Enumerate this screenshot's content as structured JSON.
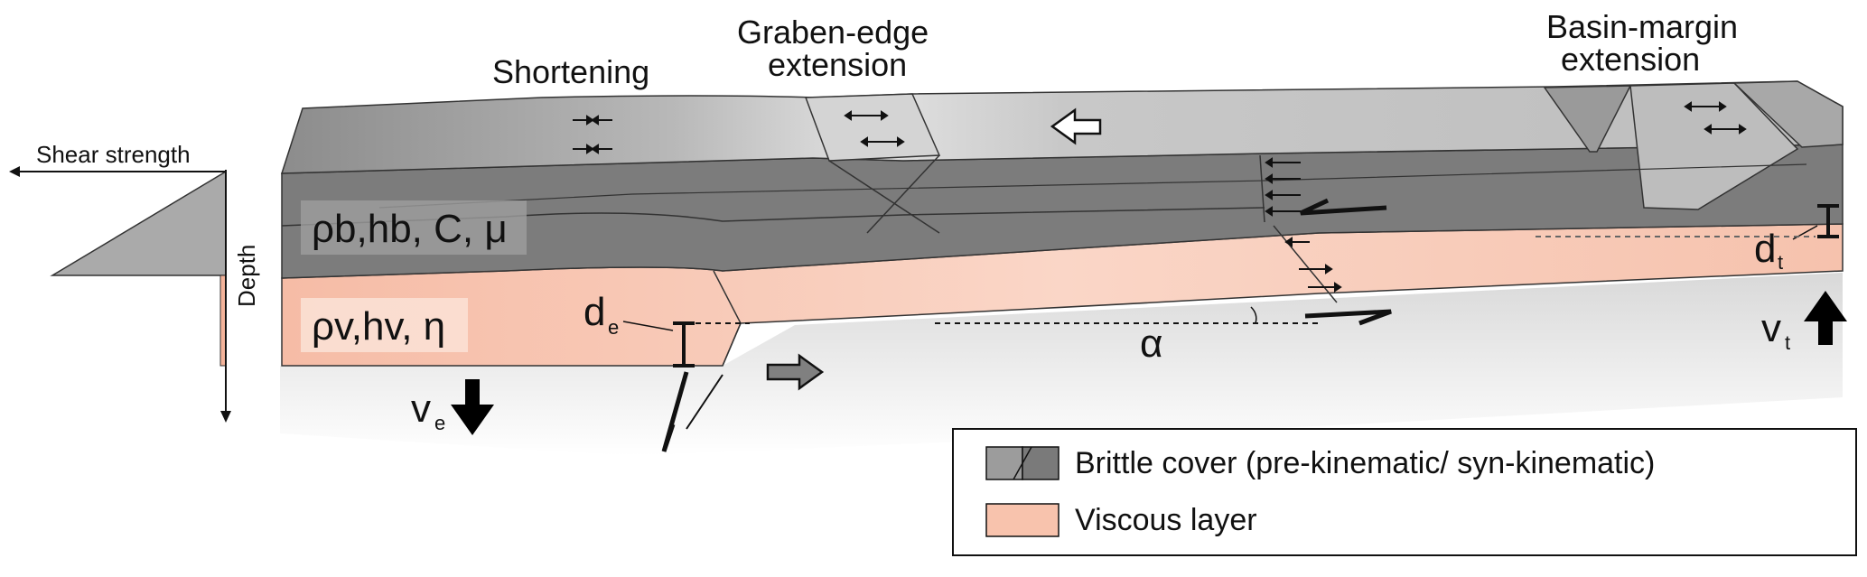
{
  "labels": {
    "shortening": "Shortening",
    "graben_edge_line1": "Graben-edge",
    "graben_edge_line2": "extension",
    "basin_margin_line1": "Basin-margin",
    "basin_margin_line2": "extension",
    "shear_strength": "Shear strength",
    "depth": "Depth",
    "brittle_params": "ρb,hb, C, μ",
    "viscous_params": "ρv,hv, η",
    "d_e": "d",
    "d_e_sub": "e",
    "d_t": "d",
    "d_t_sub": "t",
    "v_e": "v",
    "v_e_sub": "e",
    "v_t": "v",
    "v_t_sub": "t",
    "alpha": "α"
  },
  "legend": {
    "brittle": "Brittle cover (pre-kinematic/ syn-kinematic)",
    "viscous": "Viscous layer"
  },
  "colors": {
    "brittle_dark": "#7a7a7a",
    "brittle_top": "#c4c4c4",
    "viscous": "#f7c9b6",
    "viscous_edge": "#e8a890"
  }
}
